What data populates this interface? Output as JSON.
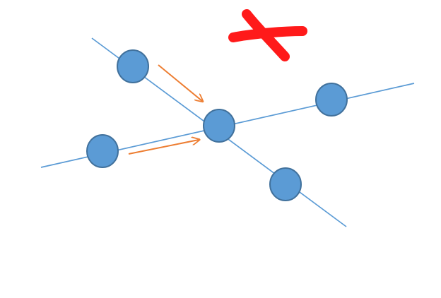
{
  "diagram": {
    "colors": {
      "line": "#5B9BD5",
      "node_fill": "#5B9BD5",
      "node_stroke": "#41719C",
      "arrow": "#ED7D31",
      "cross": "#FF1A1A",
      "background": "#FFFFFF"
    },
    "shapes": {
      "lines": 2,
      "nodes": 5,
      "arrows": 2,
      "cross_mark": "red X"
    }
  }
}
